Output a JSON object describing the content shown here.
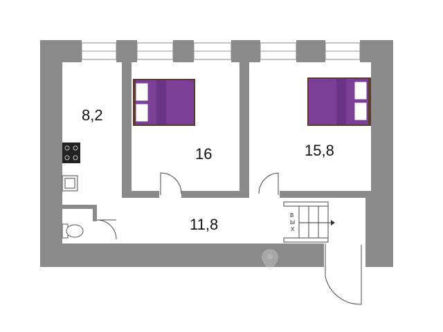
{
  "colors": {
    "wall": "#8a8a8a",
    "floor": "#ffffff",
    "bed": "#7b3f98",
    "bed_frame": "#5a3a2a",
    "pillow": "#ffffff",
    "fixture": "#555555",
    "watermark": "#e6e6e6"
  },
  "rooms": {
    "kitchen": {
      "area": "8,2"
    },
    "bedroom_left": {
      "area": "16"
    },
    "bedroom_right": {
      "area": "15,8"
    },
    "hall": {
      "area": "11,8"
    }
  },
  "stairs": {
    "exit_letters": [
      "В",
      "Ы",
      "Х"
    ]
  },
  "icons": {
    "cooktop": "cooktop-icon",
    "sink": "sink-icon",
    "toilet": "toilet-icon",
    "bed": "double-bed-icon",
    "stairs": "stairs-icon",
    "arrow": "arrow-right-icon"
  }
}
